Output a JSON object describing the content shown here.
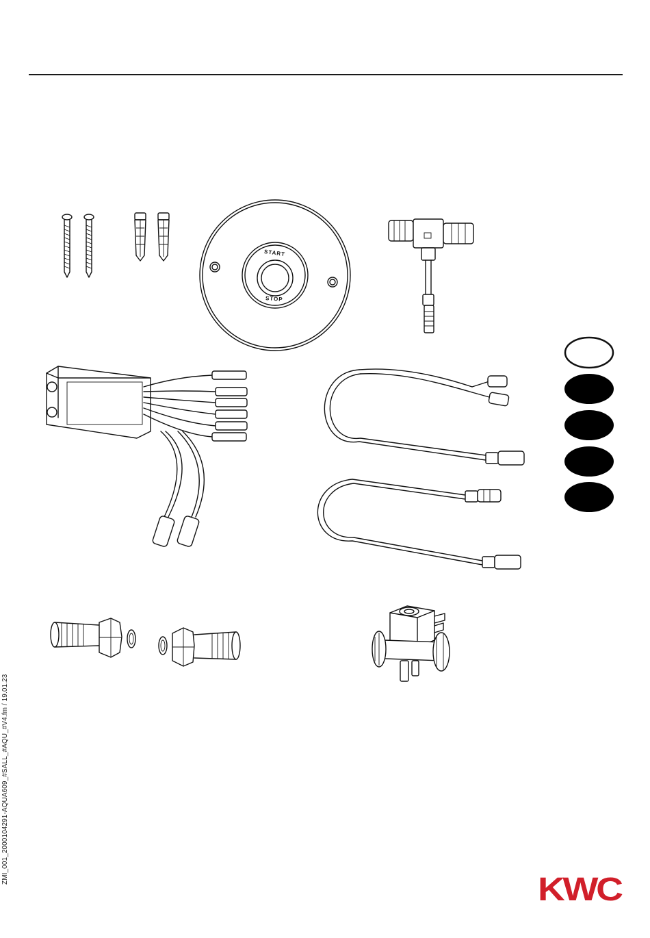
{
  "doc": {
    "side_code": "ZMI_001_2000104291-AQUA609_#SALL_#AQU_#V4.fm / 19.01.23",
    "brand": "KWC",
    "brand_color": "#d11f2a"
  },
  "disc": {
    "label_top": "START",
    "label_bottom": "STOP"
  },
  "legend": {
    "items": [
      {
        "fill": "outline"
      },
      {
        "fill": "solid"
      },
      {
        "fill": "solid"
      },
      {
        "fill": "solid"
      },
      {
        "fill": "solid"
      }
    ]
  }
}
